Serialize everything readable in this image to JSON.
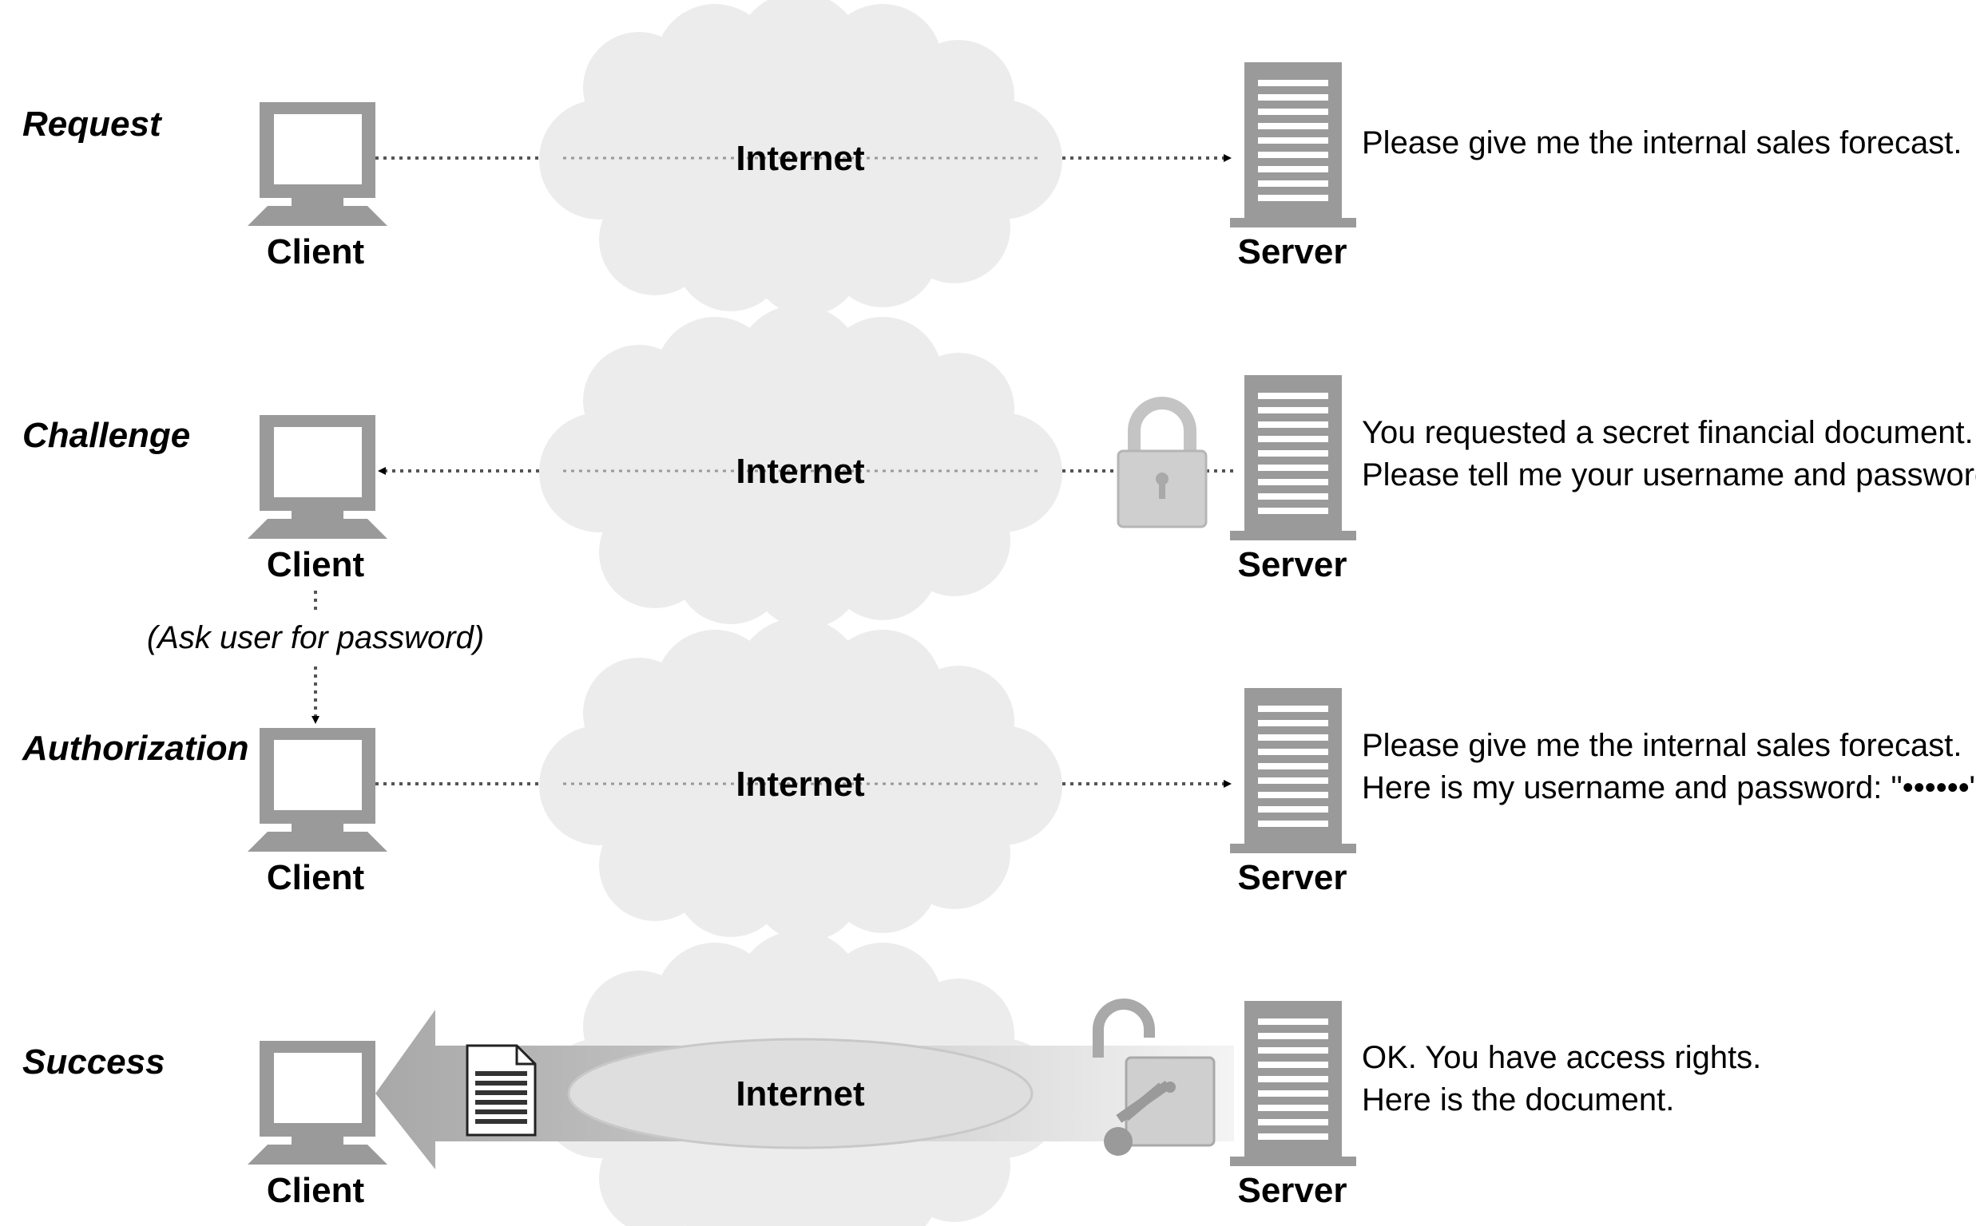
{
  "rows": [
    {
      "stage": "Request",
      "client_label": "Client",
      "cloud_label": "Internet",
      "server_label": "Server",
      "message": [
        "Please give me the internal sales forecast."
      ]
    },
    {
      "stage": "Challenge",
      "client_label": "Client",
      "cloud_label": "Internet",
      "server_label": "Server",
      "message": [
        "You requested a secret financial document.",
        "Please tell me your username and password."
      ]
    },
    {
      "stage": "Authorization",
      "client_label": "Client",
      "cloud_label": "Internet",
      "server_label": "Server",
      "message": [
        "Please give me the internal sales forecast.",
        "Here is my username and password: \"••••••\"."
      ]
    },
    {
      "stage": "Success",
      "client_label": "Client",
      "cloud_label": "Internet",
      "server_label": "Server",
      "message": [
        "OK. You have access rights.",
        "Here is the document."
      ]
    }
  ],
  "ask_password_note": "(Ask user for password)",
  "colors": {
    "icon_gray": "#9a9a9a",
    "icon_dark": "#6f6f6f",
    "cloud_fill": "#ececec",
    "dotted_line": "#555555",
    "text": "#000000"
  },
  "icons": [
    "computer-icon",
    "server-icon",
    "cloud-icon",
    "lock-icon",
    "unlocked-lock-icon",
    "key-icon",
    "document-icon"
  ]
}
